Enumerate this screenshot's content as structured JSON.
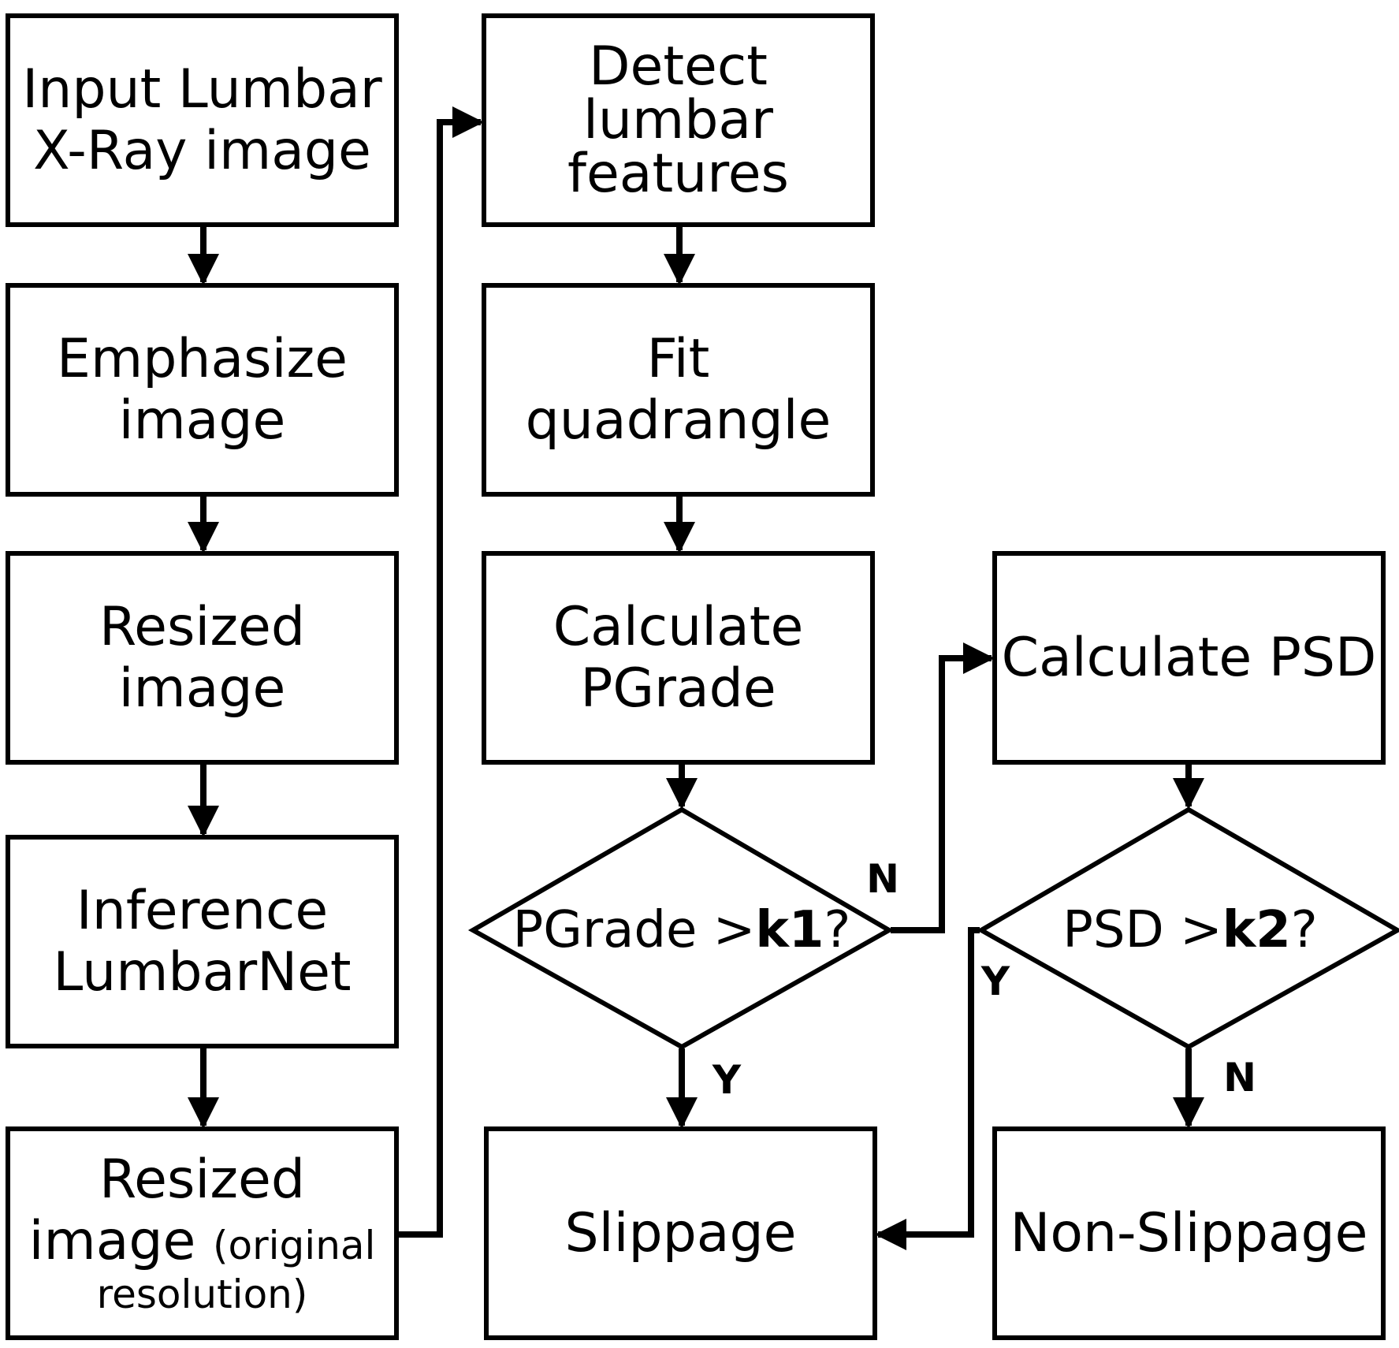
{
  "nodes": {
    "input": {
      "line1": "Input Lumbar",
      "line2": "X-Ray image"
    },
    "emphasize": {
      "line1": "Emphasize",
      "line2": "image"
    },
    "resized1": {
      "line1": "Resized",
      "line2": "image"
    },
    "inference": {
      "line1": "Inference",
      "line2": "LumbarNet"
    },
    "resized2": {
      "line1": "Resized",
      "line2_main": "image",
      "line2_small": "(original",
      "line3": "resolution)"
    },
    "detect": {
      "line1": "Detect",
      "line2": "lumbar",
      "line3": "features"
    },
    "fit": {
      "line1": "Fit",
      "line2": "quadrangle"
    },
    "calc_pgrade": {
      "line1": "Calculate",
      "line2": "PGrade"
    },
    "calc_psd": {
      "line1": "Calculate PSD"
    },
    "slippage": {
      "line1": "Slippage"
    },
    "non_slippage": {
      "line1": "Non-Slippage"
    }
  },
  "decisions": {
    "pgrade": {
      "prefix": "PGrade >",
      "var": "k1",
      "suffix": "?"
    },
    "psd": {
      "prefix": "PSD >",
      "var": "k2",
      "suffix": "?"
    }
  },
  "branch_labels": {
    "pgrade_no": "N",
    "pgrade_yes": "Y",
    "psd_yes": "Y",
    "psd_no": "N"
  },
  "colors": {
    "stroke": "#000000",
    "background": "#ffffff"
  }
}
